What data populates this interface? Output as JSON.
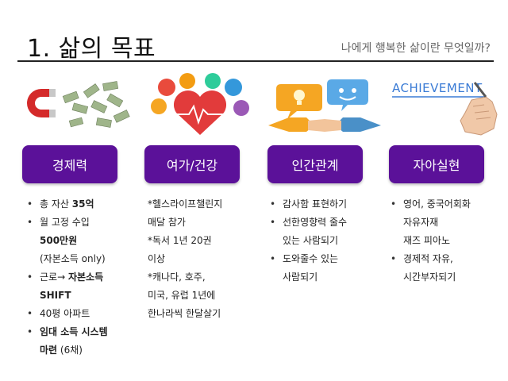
{
  "header": {
    "title": "1. 삶의 목표",
    "subtitle": "나에게 행복한 삶이란 무엇일까?"
  },
  "illustrations": {
    "economy": "magnet-money-icon",
    "leisure": "heart-activities-icon",
    "relations": "handshake-speech-icon",
    "self": "hand-writing-achievement-icon",
    "achievement_text": "ACHIEVEMENT"
  },
  "categories": [
    {
      "label": "경제력"
    },
    {
      "label": "여가/건강"
    },
    {
      "label": "인간관계"
    },
    {
      "label": "자아실현"
    }
  ],
  "economy": {
    "item1_a": "총 자산 ",
    "item1_b": "35억",
    "item2_a": "월 고정 수입",
    "item2_b": "500만원",
    "item2_c": "(자본소득 only)",
    "item3_a": "근로→ ",
    "item3_b": "자본소득",
    "item3_c": "SHIFT",
    "item4": "40평 아파트",
    "item5_a": "임대 소득 시스템",
    "item5_b": "마련",
    "item5_c": " (6채)"
  },
  "leisure": {
    "lines": [
      "*헬스라이프챌린지",
      "매달 참가",
      "*독서 1년 20권",
      "이상",
      "*캐나다, 호주,",
      "미국, 유럽 1년에",
      "한나라씩 한달살기"
    ]
  },
  "relations": {
    "item1": "감사함 표현하기",
    "item2_a": "선한영향력 줄수",
    "item2_b": "있는 사람되기",
    "item3_a": "도와줄수 있는",
    "item3_b": "사람되기"
  },
  "self": {
    "item1_a": "영어, 중국어회화",
    "item1_b": "자유자재",
    "item1_c": "재즈 피아노",
    "item2_a": "경제적 자유,",
    "item2_b": "시간부자되기"
  },
  "colors": {
    "pill": "#5b1199",
    "rule": "#222222"
  }
}
